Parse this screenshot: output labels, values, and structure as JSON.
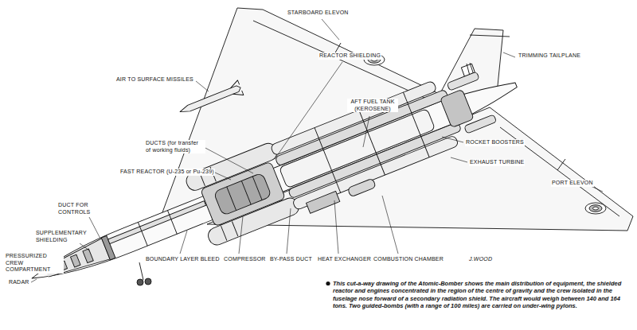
{
  "diagram": {
    "caption": "This cut-a-way drawing of the Atomic-Bomber shows the main distribution of equipment, the shielded reactor and engines concentrated in the region of the centre of gravity and the crew isolated in the fuselage nose forward of a secondary radiation shield. The aircraft would weigh between 140 and 164 tons. Two guided-bombs (with a range of 100 miles) are carried on under-wing pylons.",
    "labels": [
      "STARBOARD ELEVON",
      "REACTOR SHIELDING",
      "TRIMMING TAILPLANE",
      "AIR TO SURFACE MISSILES",
      "AFT FUEL TANK (KEROSENE)",
      "DUCTS (for transfer of working fluids)",
      "ROCKET BOOSTERS",
      "FAST REACTOR (U-235 or Pu-239)",
      "EXHAUST TURBINE",
      "PORT ELEVON",
      "DUCT FOR CONTROLS",
      "SUPPLEMENTARY SHIELDING",
      "PRESSURIZED CREW COMPARTMENT",
      "RADAR",
      "BOUNDARY LAYER BLEED",
      "COMPRESSOR",
      "BY-PASS DUCT",
      "HEAT EXCHANGER",
      "COMBUSTION CHAMBER",
      "J.WOOD"
    ]
  }
}
